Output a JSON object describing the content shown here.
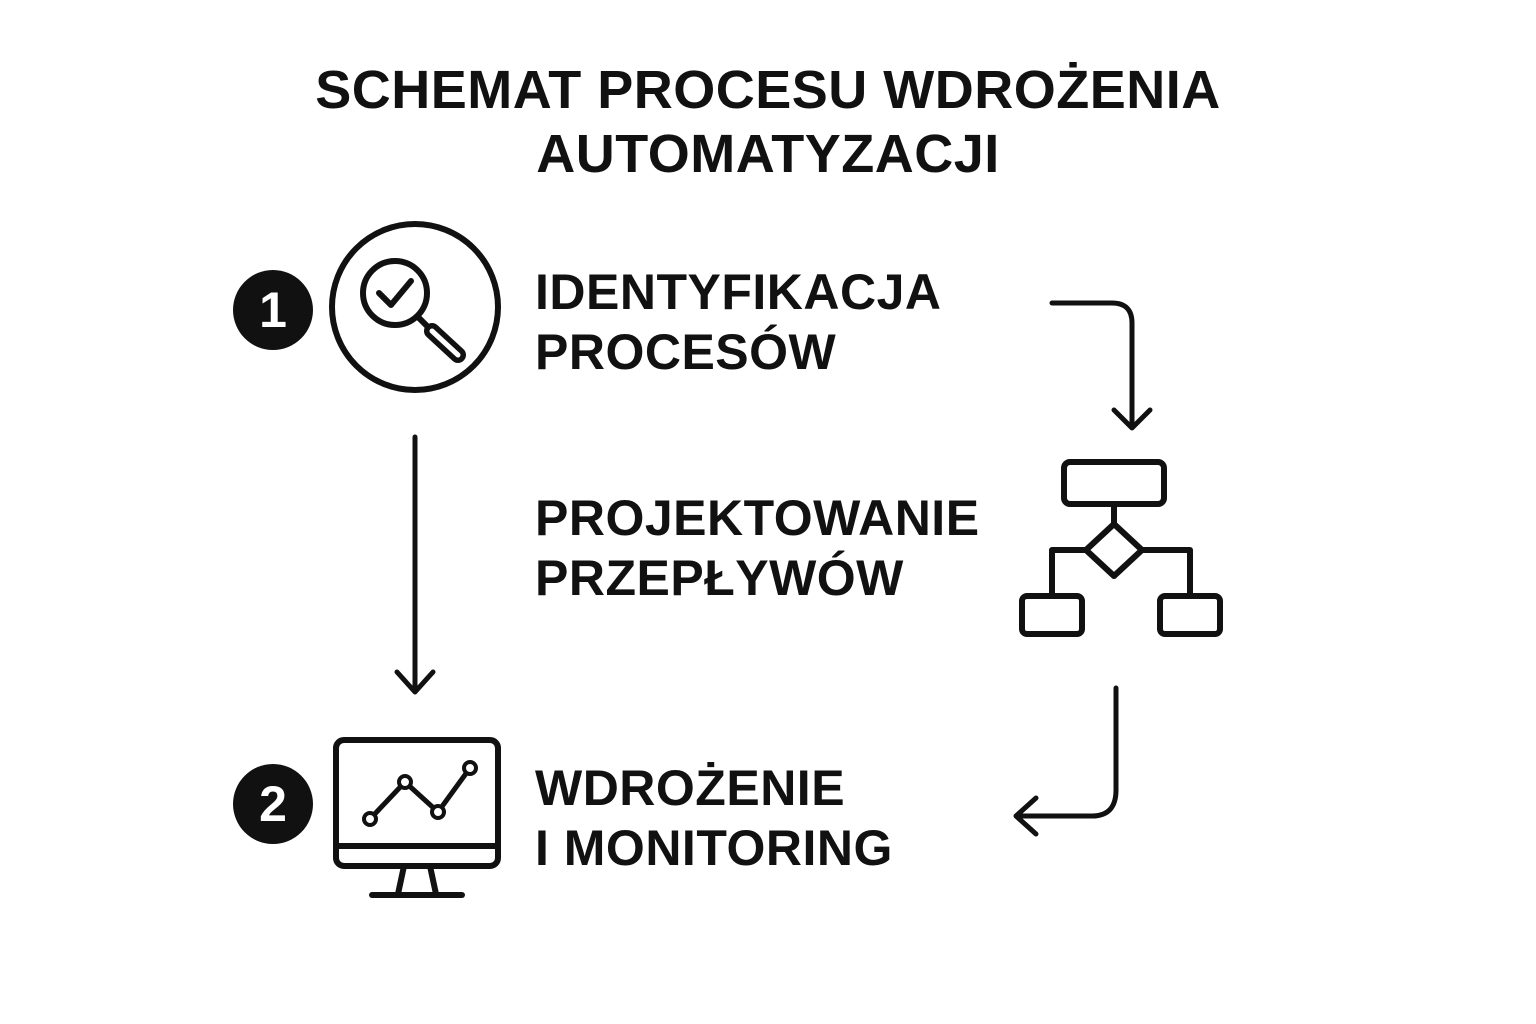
{
  "title": {
    "line1": "SCHEMAT PROCESU WDROŻENIA",
    "line2": "AUTOMATYZACJI"
  },
  "steps": [
    {
      "badge": "1",
      "line1": "IDENTYFIKACJA",
      "line2": "PROCESÓW",
      "icon": "magnifier-check-icon"
    },
    {
      "badge": "",
      "line1": "PROJEKTOWANIE",
      "line2": "PRZEPŁYWÓW",
      "icon": "flowchart-icon"
    },
    {
      "badge": "2",
      "line1": "WDROŻENIE",
      "line2": "I MONITORING",
      "icon": "monitor-chart-icon"
    }
  ],
  "colors": {
    "ink": "#111111",
    "background": "#ffffff"
  }
}
